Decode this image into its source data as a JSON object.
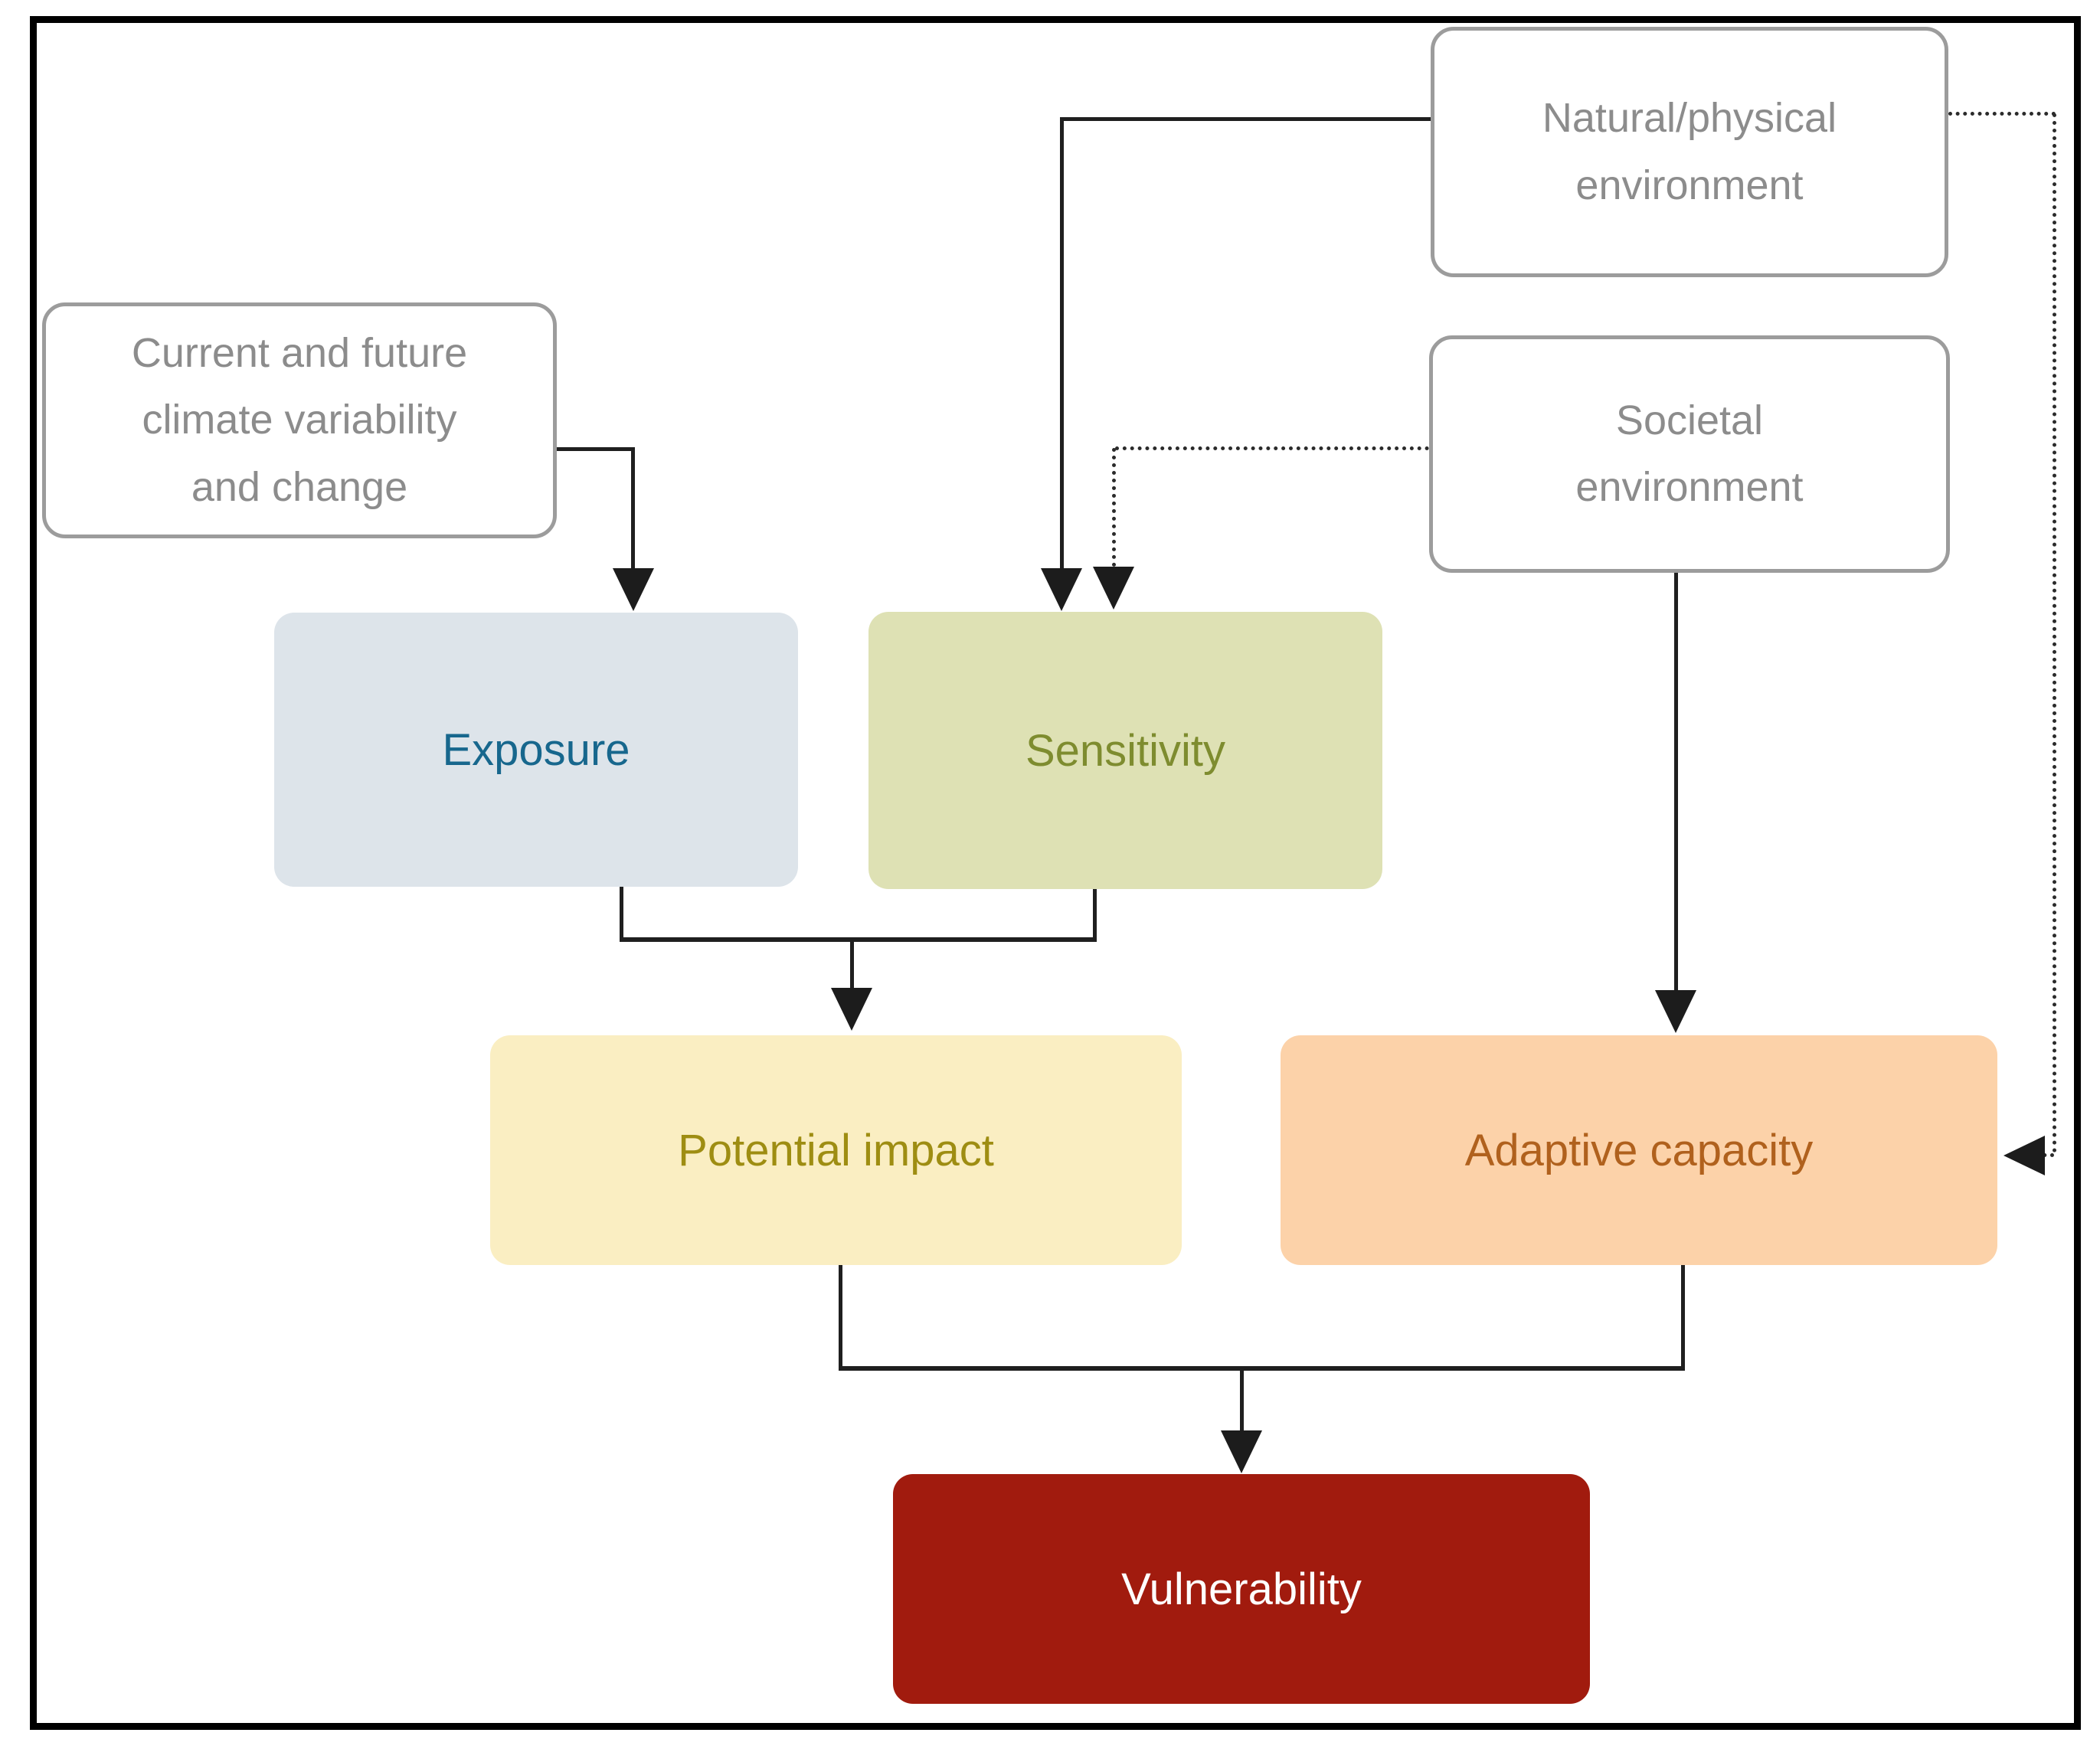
{
  "diagram": {
    "type": "flowchart",
    "description": "Climate vulnerability concept diagram: exposure and sensitivity combine into potential impact, which together with adaptive capacity determines vulnerability",
    "line_color": "#1f1f1f",
    "frame_color": "#000000",
    "nodes": {
      "climate": {
        "label": "Current and future\nclimate variability\nand change",
        "bg": "#ffffff",
        "text_color": "#8c8c8c",
        "border_color": "#9c9c9c",
        "shape": "outlined"
      },
      "natural": {
        "label": "Natural/physical\nenvironment",
        "bg": "#ffffff",
        "text_color": "#8c8c8c",
        "border_color": "#9c9c9c",
        "shape": "outlined"
      },
      "societal": {
        "label": "Societal\nenvironment",
        "bg": "#ffffff",
        "text_color": "#8c8c8c",
        "border_color": "#9c9c9c",
        "shape": "outlined"
      },
      "exposure": {
        "label": "Exposure",
        "bg": "#dde4ea",
        "text_color": "#17678d",
        "shape": "filled"
      },
      "sensitivity": {
        "label": "Sensitivity",
        "bg": "#dee1b4",
        "text_color": "#7e8c2f",
        "shape": "filled"
      },
      "potential_impact": {
        "label": "Potential impact",
        "bg": "#faeec2",
        "text_color": "#9e8d12",
        "shape": "filled"
      },
      "adaptive_capacity": {
        "label": "Adaptive capacity",
        "bg": "#fcd2a9",
        "text_color": "#b0611d",
        "shape": "filled"
      },
      "vulnerability": {
        "label": "Vulnerability",
        "bg": "#a11b0e",
        "text_color": "#ffffff",
        "shape": "filled"
      }
    },
    "edges": [
      {
        "from": "climate",
        "to": "exposure",
        "style": "solid",
        "arrowhead": "filled-triangle"
      },
      {
        "from": "natural",
        "to": "sensitivity",
        "style": "solid",
        "arrowhead": "filled-triangle"
      },
      {
        "from": "societal",
        "to": "sensitivity",
        "style": "dotted",
        "arrowhead": "filled-triangle"
      },
      {
        "from": "societal",
        "to": "adaptive_capacity",
        "style": "solid",
        "arrowhead": "filled-triangle"
      },
      {
        "from": "natural",
        "to": "adaptive_capacity",
        "style": "dotted",
        "arrowhead": "filled-triangle",
        "route": "around-right-edge"
      },
      {
        "from": "exposure + sensitivity",
        "to": "potential_impact",
        "style": "solid",
        "arrowhead": "filled-triangle",
        "route": "merge-bar"
      },
      {
        "from": "potential_impact + adaptive_capacity",
        "to": "vulnerability",
        "style": "solid",
        "arrowhead": "filled-triangle",
        "route": "merge-bar"
      }
    ]
  }
}
